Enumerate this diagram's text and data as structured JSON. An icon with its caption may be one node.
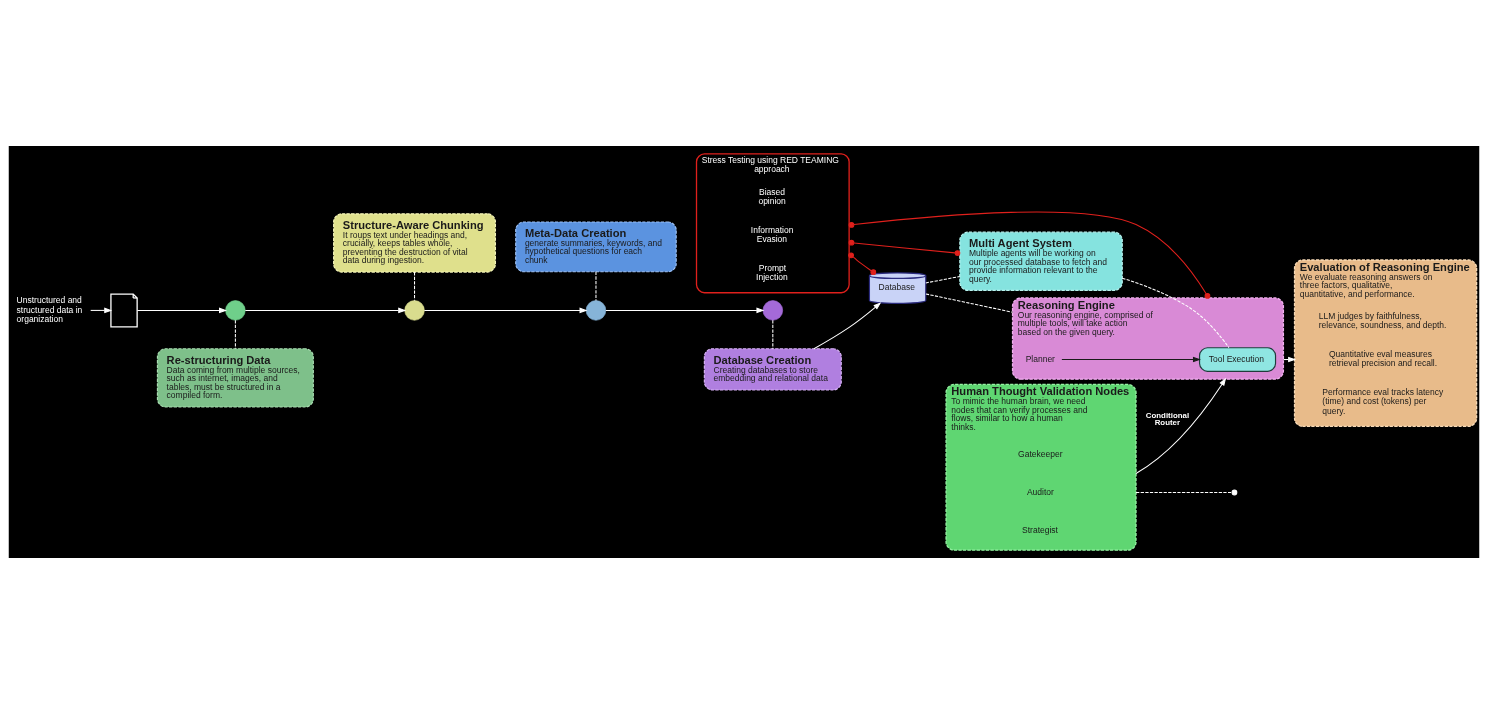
{
  "diagram": {
    "nodes": [
      {
        "text": [
          "Unstructured and structured data in organization"
        ]
      },
      {
        "text": [],
        "shape": "picture"
      },
      {
        "text": [],
        "shape": "circle"
      },
      {
        "text": [],
        "shape": "circle"
      },
      {
        "text": [],
        "shape": "circle"
      },
      {
        "text": [],
        "shape": "circle"
      },
      {
        "text": [
          "Structure-Aware Chunking",
          "It roups text under headings and, crucially, keeps tables whole, preventing the destruction of vital data during ingestion."
        ]
      },
      {
        "text": [
          "Meta-Data Creation",
          "generate summaries, keywords, and hypothetical questions for each chunk"
        ]
      },
      {
        "text": [
          "Re-structuring Data",
          "Data coming from multiple sources, such as internet, images, and tables, must be structured in a compiled form."
        ]
      },
      {
        "text": [
          "Database Creation",
          "Creating databases to store embedding and relational data"
        ]
      },
      {
        "text": [
          "Database"
        ]
      },
      {
        "text": [
          "Reasoning Engine",
          "Our reasoning engine, comprised of multiple tools, will take action based on the given query."
        ]
      },
      {
        "text": [
          "Planner"
        ],
        "in": 11
      },
      {
        "text": [
          "Tool Execution"
        ],
        "in": 11
      },
      {
        "text": [
          "Multi Agent System",
          "Multiple agents will be working on our processed database to fetch and provide information relevant to the query."
        ]
      },
      {
        "text": [
          "Stress Testing using RED TEAMING approach"
        ]
      },
      {
        "text": [
          "Biased opinion"
        ],
        "in": 15
      },
      {
        "text": [
          "Information Evasion"
        ],
        "in": 15
      },
      {
        "text": [
          "Prompt Injection"
        ],
        "in": 15
      },
      {
        "text": [
          "Human Thought Validation Nodes",
          "To mimic the human brain, we need nodes that can verify processes and flows, similar to how a human thinks."
        ]
      },
      {
        "text": [
          "Gatekeeper"
        ],
        "in": 19
      },
      {
        "text": [
          "Auditor"
        ],
        "in": 19
      },
      {
        "text": [
          "Strategist"
        ],
        "in": 19
      },
      {
        "text": [
          "Evaluation of Reasoning Engine",
          "We evaluate reasoning answers on three factors, qualitative, quantitative, and performance."
        ]
      },
      {
        "text": [
          "LLM judges by faithfulness, relevance, soundness, and depth."
        ],
        "in": 23
      },
      {
        "text": [
          "Quantitative eval measures retrieval precision and recall."
        ],
        "in": 23
      },
      {
        "text": [
          "Performance eval tracks latency (time) and cost (tokens) per query."
        ],
        "in": 23
      }
    ],
    "edges": [
      {
        "from": 0,
        "to": 1,
        "arrow": "to"
      },
      {
        "from": 1,
        "to": 2,
        "arrow": "to"
      },
      {
        "from": 2,
        "to": 3,
        "arrow": "to"
      },
      {
        "from": 3,
        "to": 4,
        "arrow": "to"
      },
      {
        "from": 4,
        "to": 5,
        "arrow": "to"
      },
      {
        "from": 6,
        "to": 3,
        "arrow": "none",
        "style": "dashed"
      },
      {
        "from": 7,
        "to": 4,
        "arrow": "none",
        "style": "dashed"
      },
      {
        "from": 2,
        "to": 8,
        "arrow": "none",
        "style": "dashed"
      },
      {
        "from": 5,
        "to": 9,
        "arrow": "none",
        "style": "dashed"
      },
      {
        "from": 9,
        "to": 10,
        "arrow": "to"
      },
      {
        "from": 10,
        "to": 11,
        "arrow": "none",
        "style": "dashed"
      },
      {
        "from": 10,
        "to": 14,
        "arrow": "none",
        "style": "dashed"
      },
      {
        "from": 14,
        "to": 13,
        "arrow": "none",
        "style": "dashed"
      },
      {
        "from": 15,
        "to": 10,
        "arrow": "other",
        "color": "#e0201c"
      },
      {
        "from": 15,
        "to": 11,
        "arrow": "other",
        "color": "#e0201c"
      },
      {
        "from": 15,
        "to": 14,
        "arrow": "other",
        "color": "#e0201c"
      },
      {
        "from": 12,
        "to": 13,
        "arrow": "to",
        "color": "#1a1a1a"
      },
      {
        "from": 11,
        "to": 23,
        "arrow": "to"
      },
      {
        "from": 19,
        "to": 11,
        "arrow": "to",
        "label": "Conditional Router"
      },
      {
        "from": 19,
        "to": null,
        "arrow": "other",
        "style": "dashed"
      }
    ]
  }
}
